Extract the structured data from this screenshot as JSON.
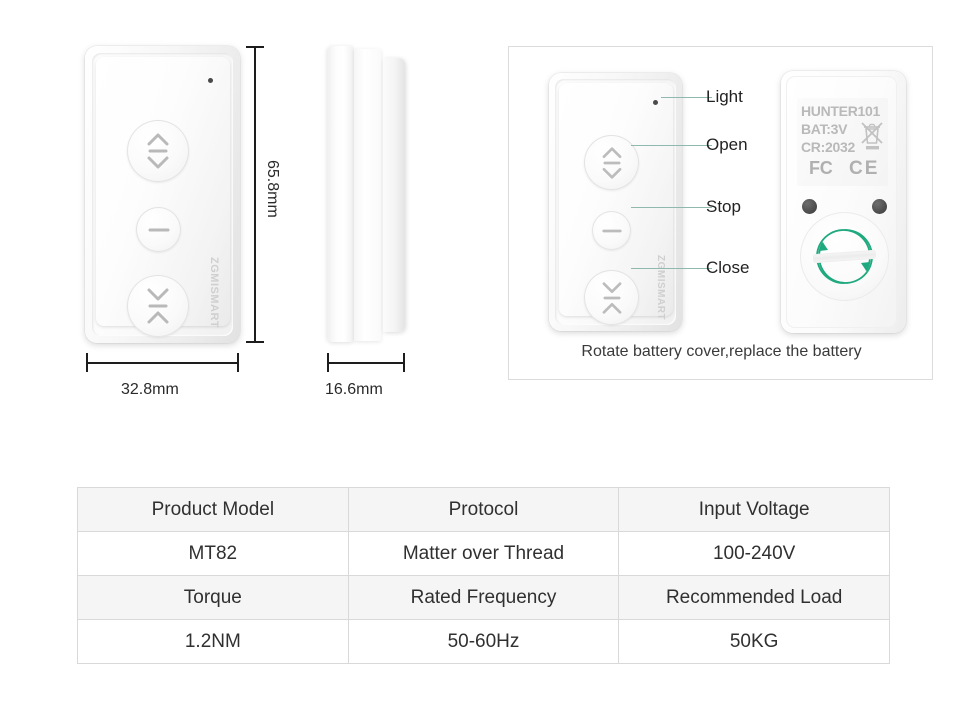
{
  "front_view": {
    "name": "remote-front-view",
    "brand": "ZGMISMART",
    "buttons": [
      {
        "name": "open-button",
        "icon": "open-chevrons-icon"
      },
      {
        "name": "stop-button",
        "icon": "stop-bar-icon"
      },
      {
        "name": "close-button",
        "icon": "close-chevrons-icon"
      }
    ],
    "dimensions": {
      "height_label": "65.8mm",
      "width_label": "32.8mm"
    }
  },
  "side_view": {
    "name": "remote-side-view",
    "dimensions": {
      "thickness_label": "16.6mm"
    }
  },
  "battery_panel": {
    "caption": "Rotate battery cover,replace the battery",
    "callouts": [
      {
        "label": "Light",
        "target": "led-indicator"
      },
      {
        "label": "Open",
        "target": "open-button"
      },
      {
        "label": "Stop",
        "target": "stop-button"
      },
      {
        "label": "Close",
        "target": "close-button"
      }
    ],
    "front_remote": {
      "brand": "ZGMISMART"
    },
    "back_remote": {
      "label_lines": [
        "HUNTER101",
        "BAT:3V",
        "CR:2032"
      ],
      "certification_marks": [
        "FC",
        "CE"
      ],
      "weee_mark": "crossed-out-wheelie-bin",
      "rotation_arrow_color": "#1fa97e"
    }
  },
  "spec_table": {
    "rows": [
      {
        "type": "header",
        "cells": [
          "Product Model",
          "Protocol",
          "Input Voltage"
        ]
      },
      {
        "type": "value",
        "cells": [
          "MT82",
          "Matter over Thread",
          "100-240V"
        ]
      },
      {
        "type": "header",
        "cells": [
          "Torque",
          "Rated Frequency",
          "Recommended Load"
        ]
      },
      {
        "type": "value",
        "cells": [
          "1.2NM",
          "50-60Hz",
          "50KG"
        ]
      }
    ]
  },
  "colors": {
    "accent_green": "#1fa97e",
    "callout_line": "#8fb8ae",
    "table_header_bg": "#f5f5f5",
    "table_border": "#d9d9d9",
    "panel_border": "#dcdcdc"
  }
}
